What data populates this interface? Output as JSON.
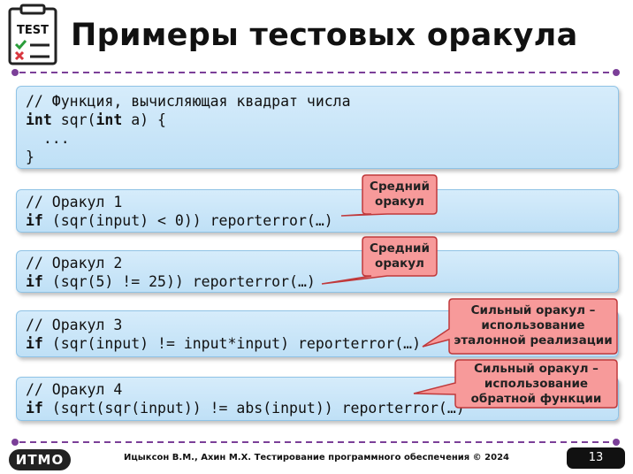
{
  "title": "Примеры тестовых оракула",
  "test_logo": {
    "label": "TEST",
    "icon": "test-checklist-icon"
  },
  "code_blocks": [
    {
      "lines": [
        {
          "kw": "",
          "text": "// Функция, вычисляющая квадрат числа"
        },
        {
          "kw": "int",
          "text": " sqr(",
          "kw2": "int",
          "text2": " a) {"
        },
        {
          "kw": "",
          "text": "  ..."
        },
        {
          "kw": "",
          "text": "}"
        }
      ]
    },
    {
      "lines": [
        {
          "kw": "",
          "text": "// Оракул 1"
        },
        {
          "kw": "if",
          "text": " (sqr(input) < 0)) reporterror(…)"
        }
      ]
    },
    {
      "lines": [
        {
          "kw": "",
          "text": "// Оракул 2"
        },
        {
          "kw": "if",
          "text": " (sqr(5) != 25)) reporterror(…)"
        }
      ]
    },
    {
      "lines": [
        {
          "kw": "",
          "text": "// Оракул 3"
        },
        {
          "kw": "if",
          "text": " (sqr(input) != input*input) reporterror(…)"
        }
      ]
    },
    {
      "lines": [
        {
          "kw": "",
          "text": "// Оракул 4"
        },
        {
          "kw": "if",
          "text": " (sqrt(sqr(input)) != abs(input)) reporterror(…)"
        }
      ]
    }
  ],
  "callouts": [
    {
      "text": "Средний\nоракул"
    },
    {
      "text": "Средний\nоракул"
    },
    {
      "text": "Сильный оракул –\nиспользование\nэталонной реализации"
    },
    {
      "text": "Сильный оракул –\nиспользование\nобратной функции"
    }
  ],
  "colors": {
    "callout_fill": "#f79a9a",
    "callout_stroke": "#c0393b",
    "code_fill": "#cfe8f9",
    "divider": "#7b3f98"
  },
  "footer": {
    "logo": "ИTMO",
    "text": "Ицыксон В.М., Ахин М.Х. Тестирование программного обеспечения © 2024",
    "page": "13"
  }
}
